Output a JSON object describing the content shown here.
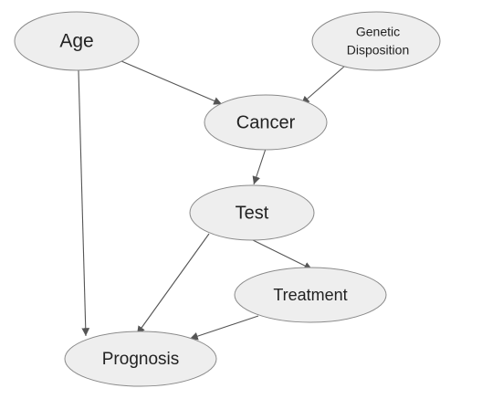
{
  "nodes": {
    "age": {
      "label": "Age"
    },
    "genetic": {
      "label_line1": "Genetic",
      "label_line2": "Disposition"
    },
    "cancer": {
      "label": "Cancer"
    },
    "test": {
      "label": "Test"
    },
    "treatment": {
      "label": "Treatment"
    },
    "prognosis": {
      "label": "Prognosis"
    }
  },
  "edges": [
    {
      "from": "Age",
      "to": "Cancer"
    },
    {
      "from": "Genetic Disposition",
      "to": "Cancer"
    },
    {
      "from": "Cancer",
      "to": "Test"
    },
    {
      "from": "Test",
      "to": "Treatment"
    },
    {
      "from": "Test",
      "to": "Prognosis"
    },
    {
      "from": "Age",
      "to": "Prognosis"
    },
    {
      "from": "Treatment",
      "to": "Prognosis"
    }
  ],
  "colors": {
    "node_fill": "#eeeeee",
    "node_stroke": "#8a8a8a",
    "edge": "#555555",
    "text": "#222222"
  }
}
